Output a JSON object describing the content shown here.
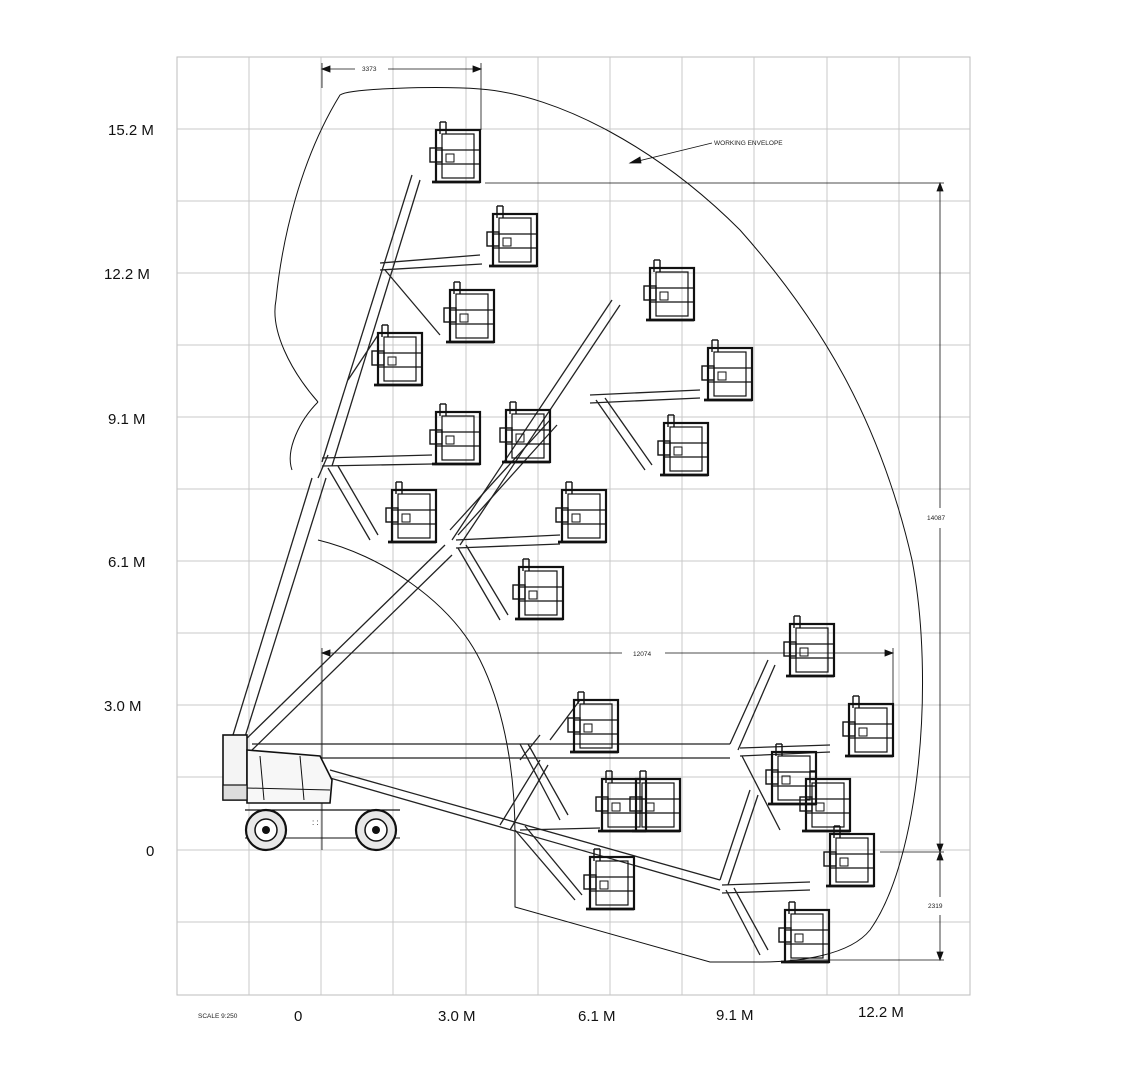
{
  "diagram": {
    "y_axis_labels": [
      "15.2 M",
      "12.2 M",
      "9.1 M",
      "6.1 M",
      "3.0 M",
      "0"
    ],
    "x_axis_labels": [
      "0",
      "3.0 M",
      "6.1 M",
      "9.1 M",
      "12.2 M"
    ],
    "scale_label": "SCALE  9:250",
    "envelope_label": "WORKING ENVELOPE",
    "dimensions": {
      "top_width": "3373",
      "horizontal_reach": "12074",
      "max_height": "14087",
      "below_ground": "2319"
    }
  }
}
